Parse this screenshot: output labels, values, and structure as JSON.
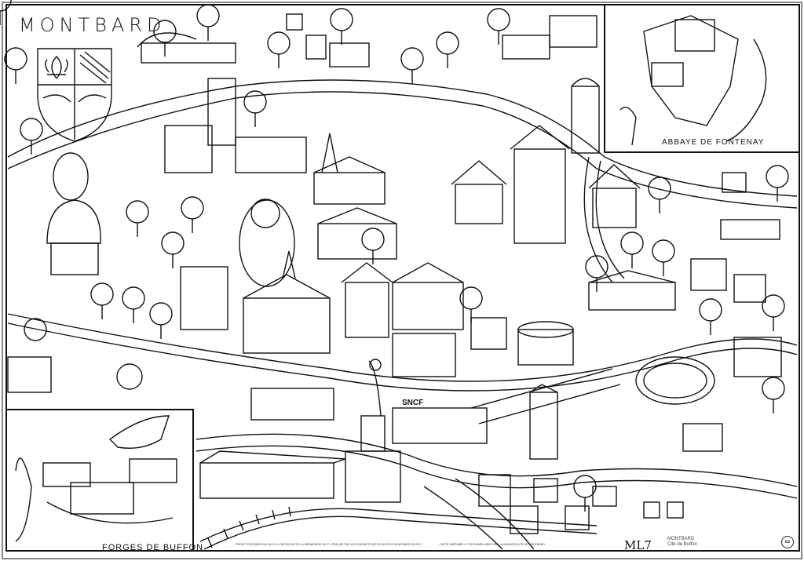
{
  "map": {
    "title": "MONTBARD",
    "inset_top_right_label": "ABBAYE DE FONTENAY",
    "inset_bottom_left_label": "FORGES DE BUFFON",
    "station_label": "SNCF"
  },
  "footer": {
    "credits": "PROJET DESSINER MA VILLE À L'INITIATIVE DE LA MÉNAGERIE DU 27, RÉALISÉ PAR LES ENFANTS DES ÉCOLES DE MONTBARD EN 2017",
    "printing": "CARTE IMPRIMÉE À 720 EXEMPLAIRES PAR LA MUNICIPALITÉ DE MONTBARD",
    "signature": "ML7",
    "logo_name": "MONTBARD",
    "logo_sub": "Cité de Buffon",
    "license_icon": "cc"
  }
}
